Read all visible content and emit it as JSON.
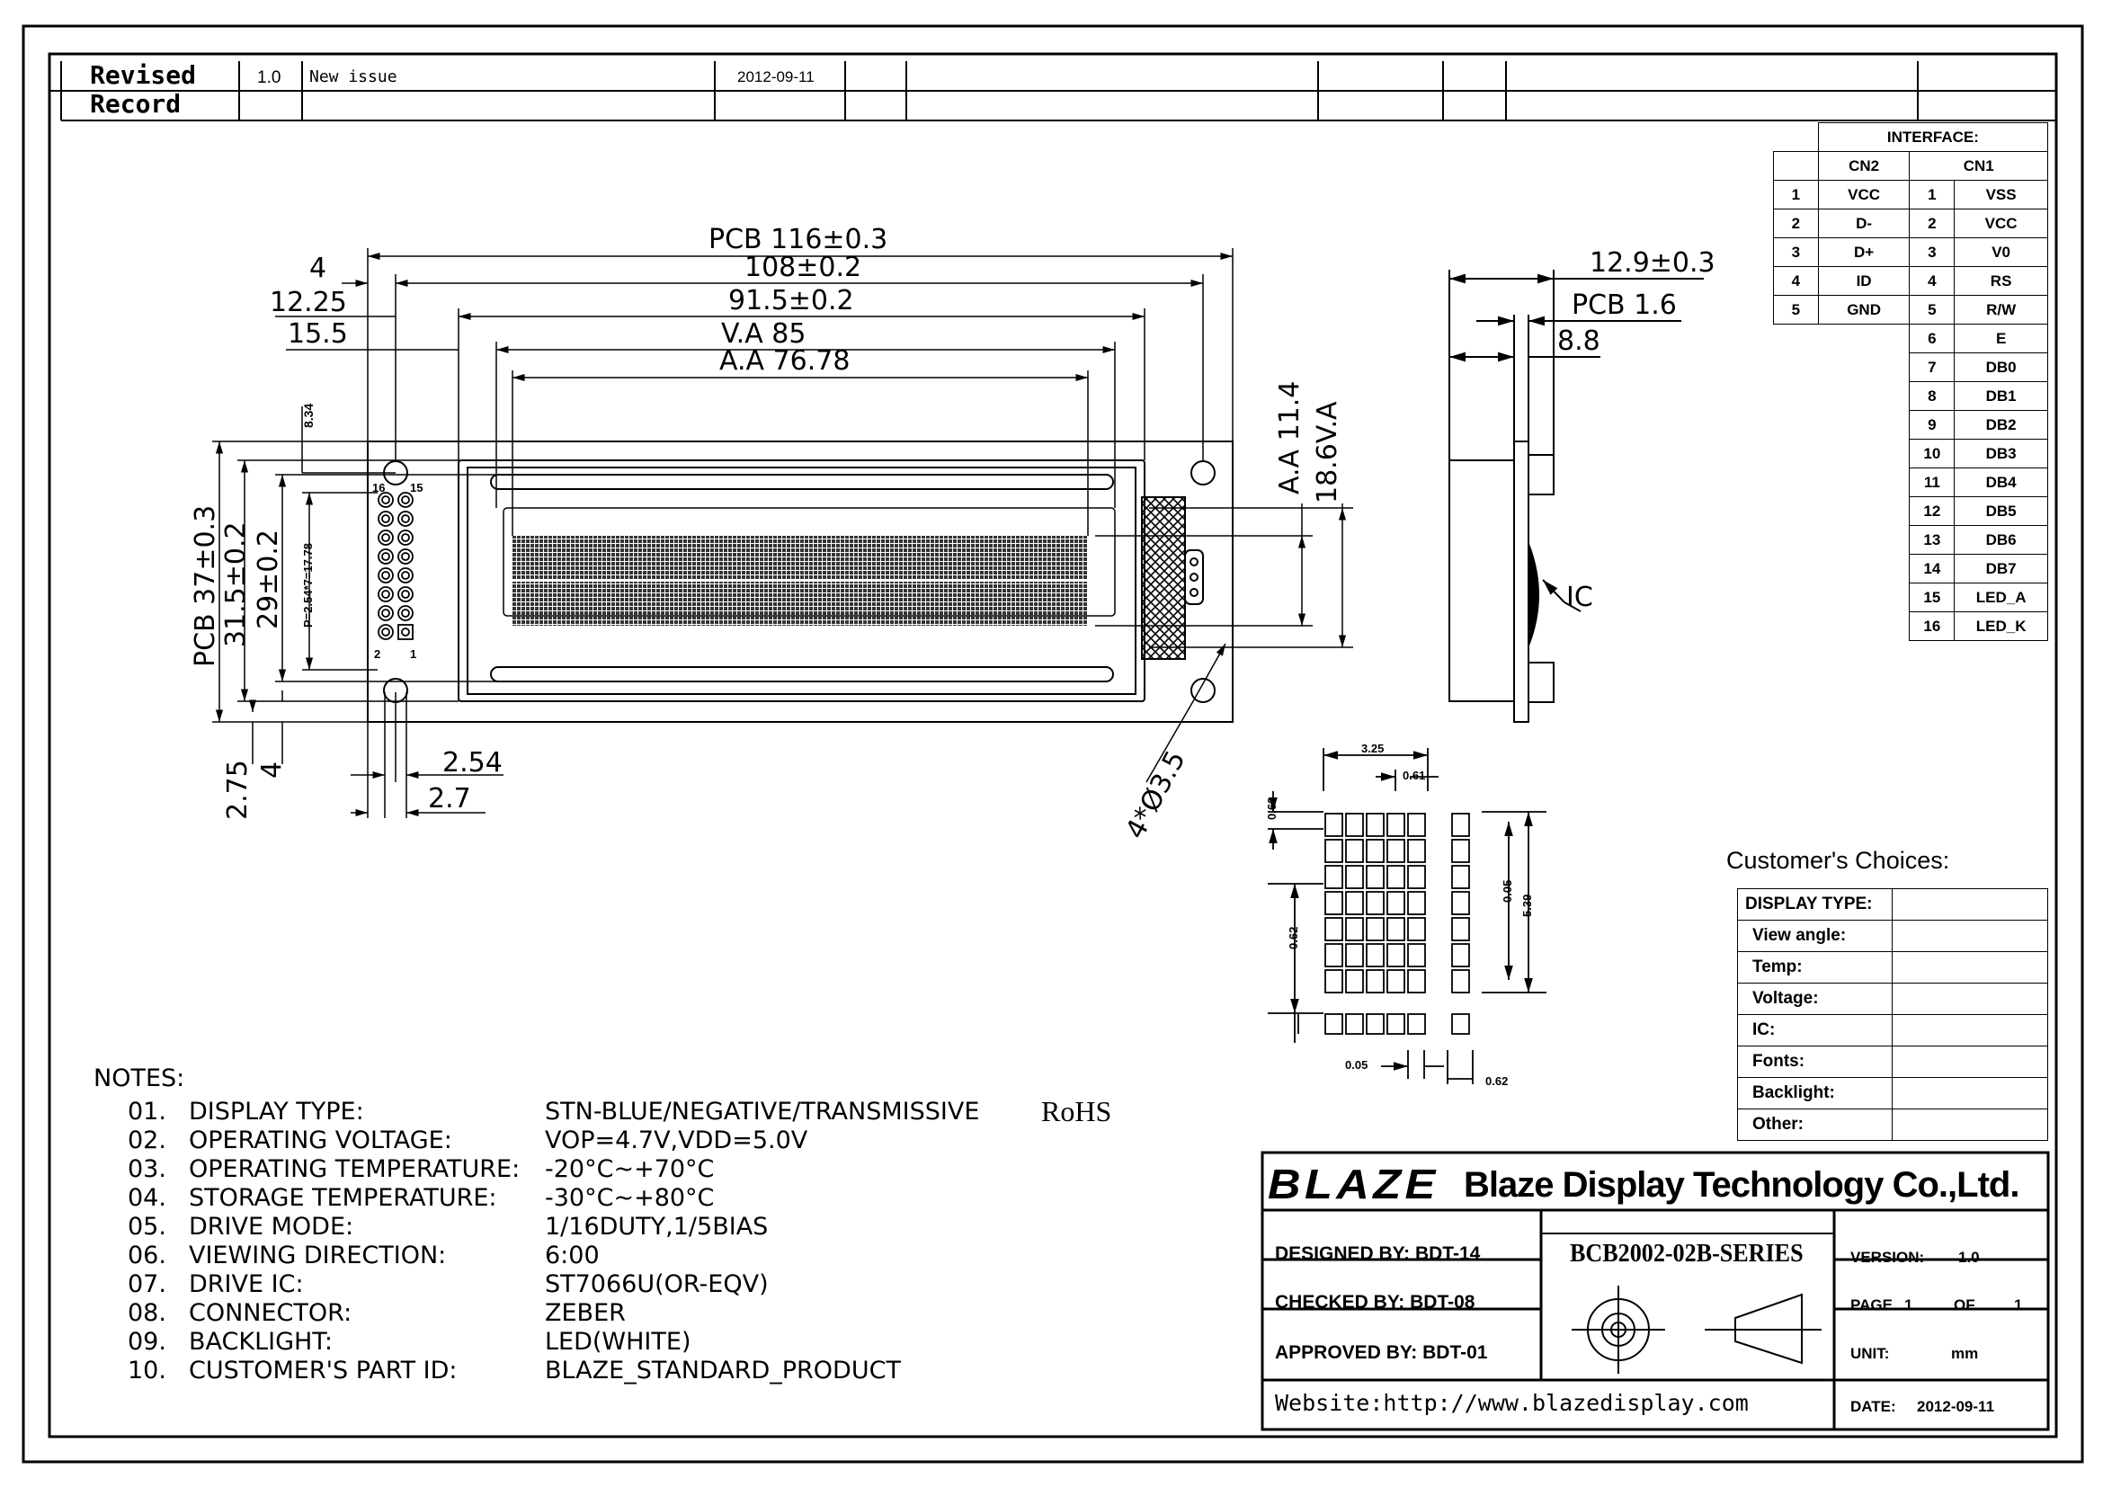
{
  "revision": {
    "title_line1": "Revised",
    "title_line2": "Record",
    "version": "1.0",
    "description": "New issue",
    "date": "2012-09-11"
  },
  "interface": {
    "title": "INTERFACE:",
    "cn2_header": "CN2",
    "cn1_header": "CN1",
    "cn2": [
      {
        "pin": "1",
        "name": "VCC"
      },
      {
        "pin": "2",
        "name": "D-"
      },
      {
        "pin": "3",
        "name": "D+"
      },
      {
        "pin": "4",
        "name": "ID"
      },
      {
        "pin": "5",
        "name": "GND"
      }
    ],
    "cn1": [
      {
        "pin": "1",
        "name": "VSS"
      },
      {
        "pin": "2",
        "name": "VCC"
      },
      {
        "pin": "3",
        "name": "V0"
      },
      {
        "pin": "4",
        "name": "RS"
      },
      {
        "pin": "5",
        "name": "R/W"
      },
      {
        "pin": "6",
        "name": "E"
      },
      {
        "pin": "7",
        "name": "DB0"
      },
      {
        "pin": "8",
        "name": "DB1"
      },
      {
        "pin": "9",
        "name": "DB2"
      },
      {
        "pin": "10",
        "name": "DB3"
      },
      {
        "pin": "11",
        "name": "DB4"
      },
      {
        "pin": "12",
        "name": "DB5"
      },
      {
        "pin": "13",
        "name": "DB6"
      },
      {
        "pin": "14",
        "name": "DB7"
      },
      {
        "pin": "15",
        "name": "LED_A"
      },
      {
        "pin": "16",
        "name": "LED_K"
      }
    ]
  },
  "dimensions": {
    "pcb_width": "PCB 116±0.3",
    "w108": "108±0.2",
    "w91": "91.5±0.2",
    "va_width": "V.A 85",
    "aa_width": "A.A 76.78",
    "d4": "4",
    "d12": "12.25",
    "d15": "15.5",
    "d834": "8.34",
    "pcb_height": "PCB 37±0.3",
    "h31": "31.5±0.2",
    "h29": "29±0.2",
    "pitch": "P=2.54*7=17.78",
    "d275": "2.75",
    "d4b": "4",
    "d254": "2.54",
    "d27": "2.7",
    "hole": "4*Ø3.5",
    "aa_height": "A.A 11.4",
    "va_height": "18.6V.A",
    "thickness": "12.9±0.3",
    "pcb_thick": "PCB 1.6",
    "d88": "8.8",
    "ic_label": "IC",
    "pin16": "16",
    "pin15": "15",
    "pin2": "2",
    "pin1": "1"
  },
  "dot_detail": {
    "w325": "3.25",
    "w061": "0.61",
    "h063": "0.63",
    "h062": "0.62",
    "h005": "0.05",
    "h539": "5.39",
    "b005": "0.05",
    "b062": "0.62"
  },
  "notes": {
    "title": "NOTES:",
    "items": [
      {
        "num": "01.",
        "label": "DISPLAY TYPE:",
        "value": "STN-BLUE/NEGATIVE/TRANSMISSIVE",
        "extra": "RoHS"
      },
      {
        "num": "02.",
        "label": "OPERATING VOLTAGE:",
        "value": "VOP=4.7V,VDD=5.0V"
      },
      {
        "num": "03.",
        "label": "OPERATING TEMPERATURE:",
        "value": "-20°C~+70°C"
      },
      {
        "num": "04.",
        "label": "STORAGE TEMPERATURE:",
        "value": "-30°C~+80°C"
      },
      {
        "num": "05.",
        "label": "DRIVE MODE:",
        "value": "1/16DUTY,1/5BIAS"
      },
      {
        "num": "06.",
        "label": "VIEWING DIRECTION:",
        "value": "6:00"
      },
      {
        "num": "07.",
        "label": "DRIVE IC:",
        "value": "ST7066U(OR-EQV)"
      },
      {
        "num": "08.",
        "label": "CONNECTOR:",
        "value": "ZEBER"
      },
      {
        "num": "09.",
        "label": "BACKLIGHT:",
        "value": "LED(WHITE)"
      },
      {
        "num": "10.",
        "label": "CUSTOMER'S PART ID:",
        "value": "BLAZE_STANDARD_PRODUCT"
      }
    ]
  },
  "customer": {
    "title": "Customer's Choices:",
    "rows": [
      "DISPLAY TYPE:",
      "View angle:",
      "Temp:",
      "Voltage:",
      "IC:",
      "Fonts:",
      "Backlight:",
      "Other:"
    ]
  },
  "title_block": {
    "logo": "BLAZE",
    "company": "Blaze Display Technology Co.,Ltd.",
    "designed": "DESIGNED BY: BDT-14",
    "checked": "CHECKED BY: BDT-08",
    "approved": "APPROVED BY: BDT-01",
    "part": "BCB2002-02B-SERIES",
    "version_label": "VERSION:",
    "version": "1.0",
    "page_label": "PAGE",
    "page": "1",
    "of_label": "OF",
    "pages": "1",
    "unit_label": "UNIT:",
    "unit": "mm",
    "date_label": "DATE:",
    "date": "2012-09-11",
    "website": "Website:http://www.blazedisplay.com"
  }
}
